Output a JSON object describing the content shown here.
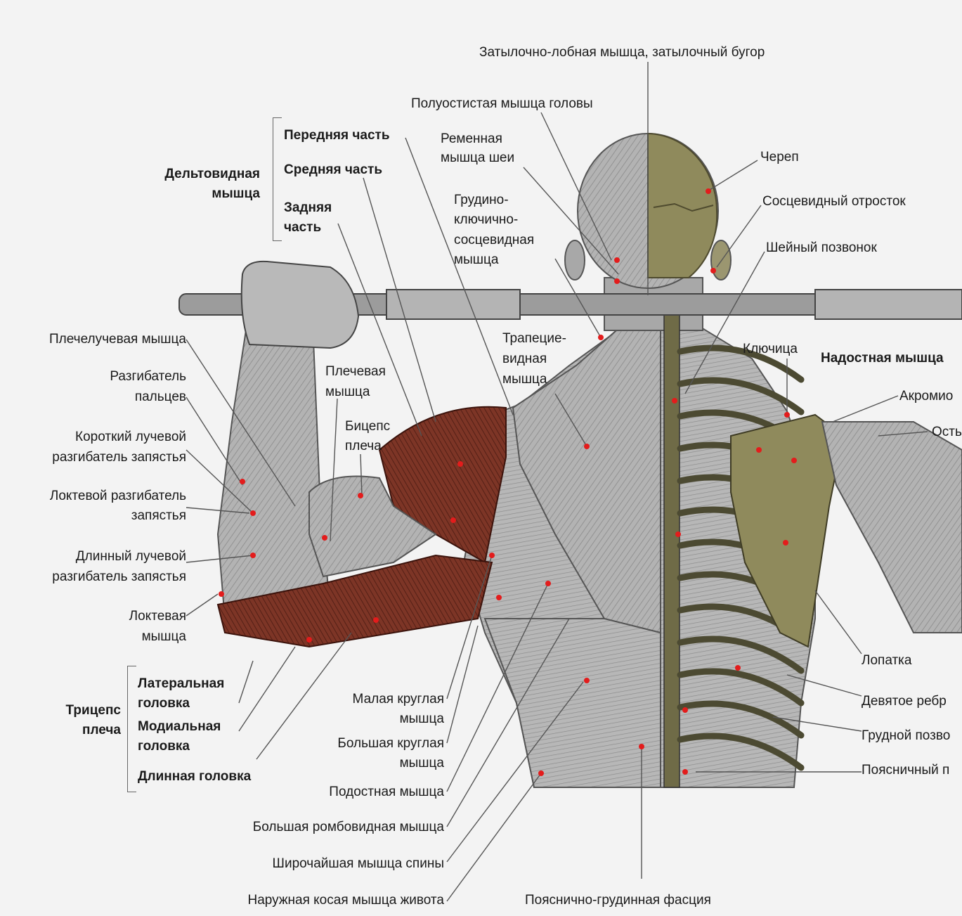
{
  "palette": {
    "background": "#f3f3f3",
    "muscle_red": "#7a3326",
    "muscle_grey": "#a9a9a9",
    "bone": "#8f8a5c",
    "marker": "#e31c1c",
    "leader": "#555555"
  },
  "labels": {
    "occipitofrontalis": "Затылочно-лобная мышца, затылочный бугор",
    "semispinalis_capitis": "Полуостистая мышца головы",
    "splenius_line1": "Ременная",
    "splenius_line2": "мышца шеи",
    "scm_line1": "Грудино-",
    "scm_line2": "ключично-",
    "scm_line3": "сосцевидная",
    "scm_line4": "мышца",
    "skull": "Череп",
    "mastoid": "Сосцевидный отросток",
    "cervical_vertebra": "Шейный позвонок",
    "deltoid_line1": "Дельтовидная",
    "deltoid_line2": "мышца",
    "deltoid_front": "Передняя часть",
    "deltoid_middle": "Средняя часть",
    "deltoid_rear_line1": "Задняя",
    "deltoid_rear_line2": "часть",
    "brachioradialis": "Плечелучевая мышца",
    "ext_digitorum_line1": "Разгибатель",
    "ext_digitorum_line2": "пальцев",
    "ecrb_line1": "Короткий лучевой",
    "ecrb_line2": "разгибатель запястья",
    "ecu_line1": "Локтевой разгибатель",
    "ecu_line2": "запястья",
    "ecrl_line1": "Длинный лучевой",
    "ecrl_line2": "разгибатель запястья",
    "anconeus_line1": "Локтевая",
    "anconeus_line2": "мышца",
    "brachialis_line1": "Плечевая",
    "brachialis_line2": "мышца",
    "biceps_line1": "Бицепс",
    "biceps_line2": "плеча",
    "trapezius_line1": "Трапецие-",
    "trapezius_line2": "видная",
    "trapezius_line3": "мышца",
    "clavicle": "Ключица",
    "supraspinatus": "Надостная мышца",
    "acromion": "Акромио",
    "spine_of_scapula": "Ость",
    "scapula": "Лопатка",
    "ninth_rib": "Девятое ребр",
    "thoracic_vertebra": "Грудной позво",
    "lumbar_vertebra": "Поясничный п",
    "triceps_line1": "Трицепс",
    "triceps_line2": "плеча",
    "triceps_lateral_line1": "Латеральная",
    "triceps_lateral_line2": "головка",
    "triceps_medial_line1": "Модиальная",
    "triceps_medial_line2": "головка",
    "triceps_long": "Длинная головка",
    "teres_minor_line1": "Малая круглая",
    "teres_minor_line2": "мышца",
    "teres_major_line1": "Большая круглая",
    "teres_major_line2": "мышца",
    "infraspinatus": "Подостная мышца",
    "rhomboid_major": "Большая ромбовидная мышца",
    "latissimus": "Широчайшая мышца спины",
    "external_oblique": "Наружная косая мышца живота",
    "thoracolumbar_fascia": "Пояснично-грудинная фасция"
  }
}
